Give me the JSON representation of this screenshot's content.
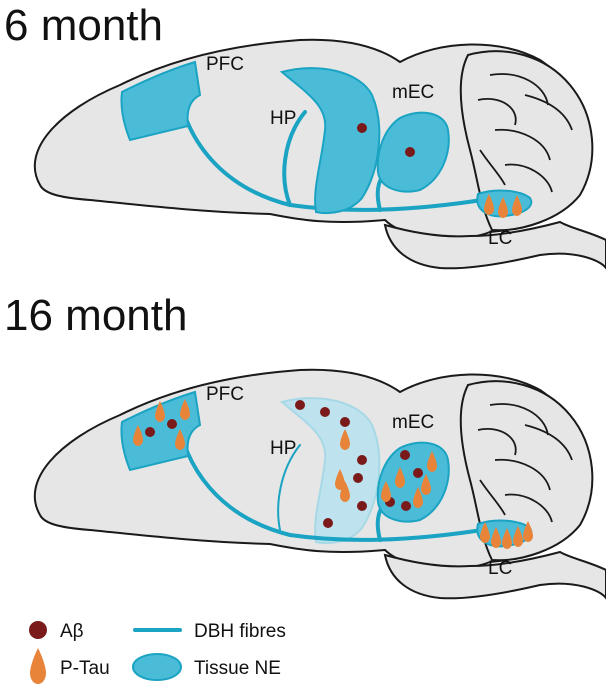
{
  "panels": [
    {
      "title": "6 month",
      "labels": {
        "pfc": "PFC",
        "hp": "HP",
        "mec": "mEC",
        "lc": "LC"
      },
      "hp_style": "solid",
      "mec_style": "solid"
    },
    {
      "title": "16 month",
      "labels": {
        "pfc": "PFC",
        "hp": "HP",
        "mec": "mEC",
        "lc": "LC"
      },
      "hp_style": "faded",
      "mec_style": "solid"
    }
  ],
  "legend": {
    "abeta": "Aβ",
    "ptau": "P-Tau",
    "dbh": "DBH fibres",
    "tissue_ne": "Tissue NE"
  },
  "colors": {
    "brain_fill": "#e6e6e6",
    "outline": "#1a1a1a",
    "tissue": "#4bbcd8",
    "tissue_faded": "#bfe3ee",
    "fibre": "#1aa3c2",
    "abeta": "#7a1a1a",
    "ptau": "#e8843a"
  }
}
